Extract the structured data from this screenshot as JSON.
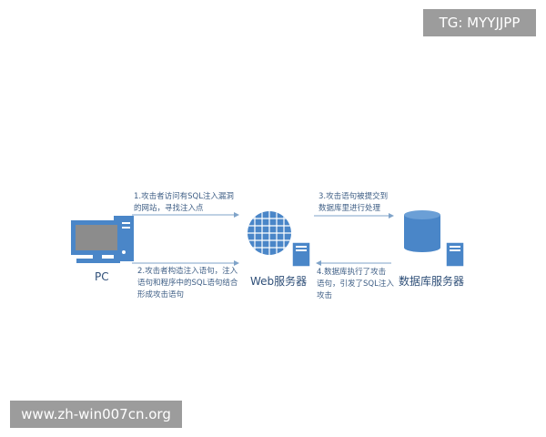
{
  "watermarks": {
    "telegram": "TG: MYYJJPP",
    "site": "www.zh-win007cn.org"
  },
  "nodes": {
    "pc": {
      "label": "PC",
      "icon": "computer-icon"
    },
    "web": {
      "label": "Web服务器",
      "icon": "globe-server-icon"
    },
    "db": {
      "label": "数据库服务器",
      "icon": "database-server-icon"
    }
  },
  "steps": {
    "step1": "1.攻击者访问有SQL注入漏洞\n的网站，寻找注入点",
    "step2": "2.攻击者构造注入语句，注入\n语句和程序中的SQL语句结合\n形成攻击语句",
    "step3": "3.攻击语句被提交到\n数据库里进行处理",
    "step4": "4.数据库执行了攻击\n语句，引发了SQL注入\n攻击"
  },
  "colors": {
    "icon_blue": "#4a86c8",
    "arrow": "#7fa3c9",
    "text": "#3f5f86",
    "watermark_bg": "#9c9c9c"
  }
}
